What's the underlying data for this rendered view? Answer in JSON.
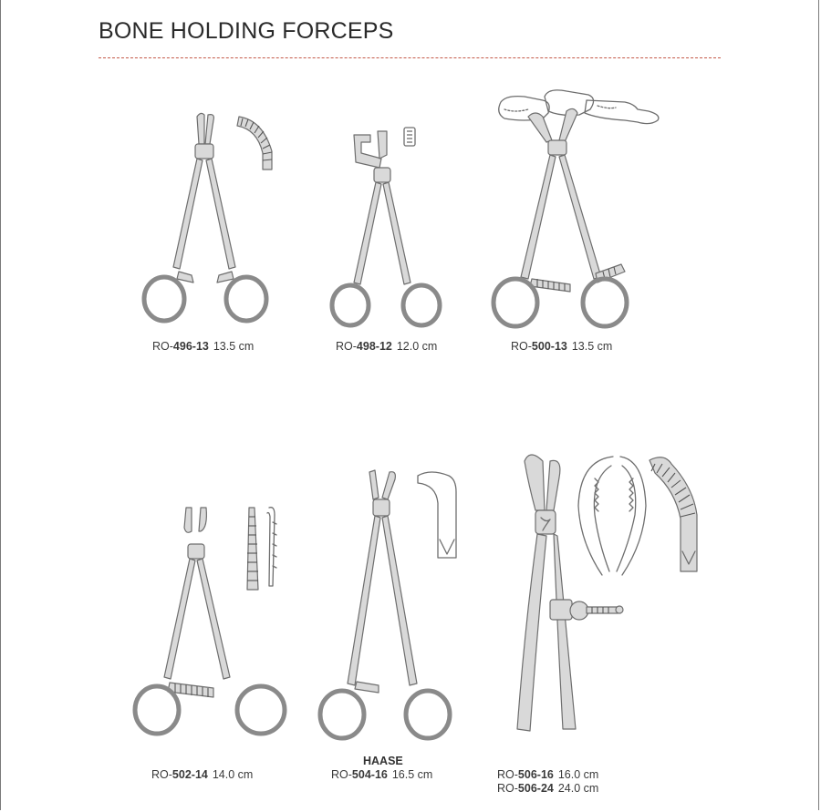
{
  "page": {
    "title": "BONE HOLDING FORCEPS"
  },
  "products": [
    {
      "prefix": "RO-",
      "code": "496-13",
      "size": "13.5 cm"
    },
    {
      "prefix": "RO-",
      "code": "498-12",
      "size": "12.0 cm"
    },
    {
      "prefix": "RO-",
      "code": "500-13",
      "size": "13.5 cm"
    },
    {
      "prefix": "RO-",
      "code": "502-14",
      "size": "14.0 cm"
    },
    {
      "brand": "HAASE",
      "prefix": "RO-",
      "code": "504-16",
      "size": "16.5 cm"
    },
    {
      "prefix": "RO-",
      "code": "506-16",
      "size": "16.0 cm",
      "prefix2": "RO-",
      "code2": "506-24",
      "size2": "24.0 cm"
    }
  ],
  "icons": [
    "forceps-illustration",
    "jaw-detail-illustration",
    "bone-illustration",
    "ratchet-screw-illustration"
  ]
}
